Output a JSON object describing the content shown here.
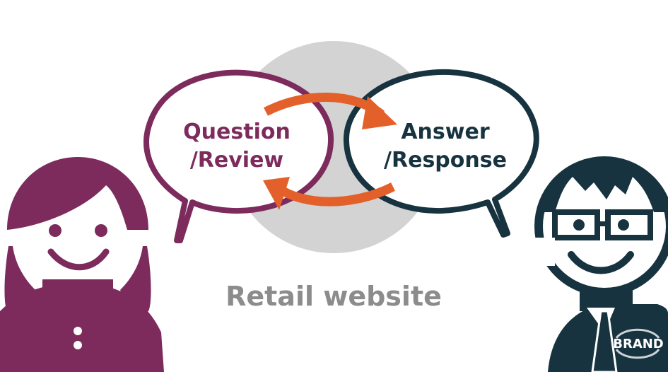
{
  "colors": {
    "customer": "#7d2a5d",
    "brand": "#17333f",
    "arrow": "#e4602a",
    "platform": "#d3d3d3",
    "platform_text": "#8c8c8c"
  },
  "question_bubble": {
    "line1": "Question",
    "line2": "/Review"
  },
  "answer_bubble": {
    "line1": "Answer",
    "line2": "/Response"
  },
  "platform": {
    "label": "Retail website"
  },
  "brand_badge": {
    "label": "BRAND"
  }
}
